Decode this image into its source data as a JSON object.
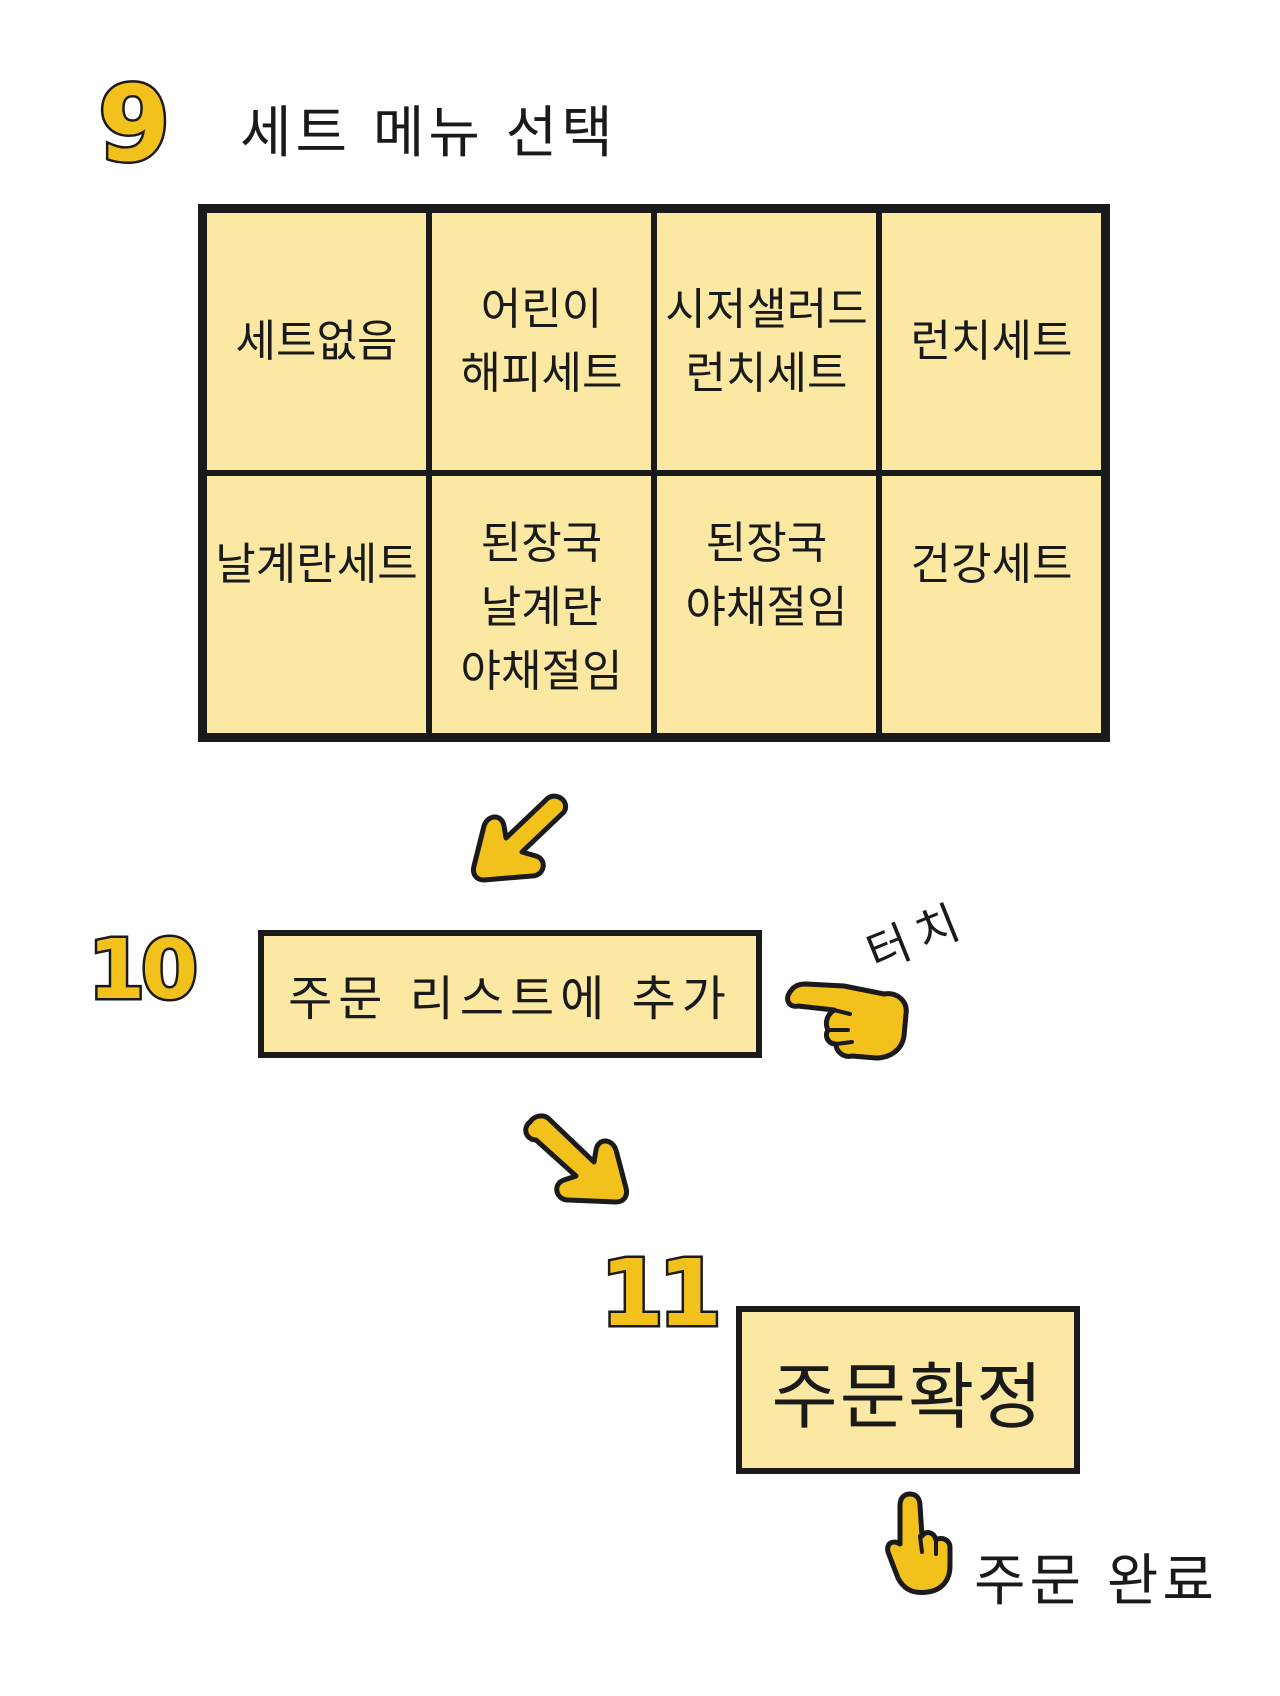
{
  "step9": {
    "number": "9",
    "title": "세트 메뉴 선택",
    "options": [
      {
        "lines": [
          "세트없음"
        ]
      },
      {
        "lines": [
          "어린이",
          "해피세트"
        ]
      },
      {
        "lines": [
          "시저샐러드",
          "런치세트"
        ]
      },
      {
        "lines": [
          "런치세트"
        ]
      },
      {
        "lines": [
          "날계란세트"
        ]
      },
      {
        "lines": [
          "된장국",
          "날계란",
          "야채절임"
        ]
      },
      {
        "lines": [
          "된장국",
          "야채절임"
        ]
      },
      {
        "lines": [
          "건강세트"
        ]
      }
    ]
  },
  "step10": {
    "number": "10",
    "button_label": "주문 리스트에 추가",
    "touch_label": "터치"
  },
  "step11": {
    "number": "11",
    "button_label": "주문확정",
    "result_label": "주문 완료"
  },
  "colors": {
    "accent_yellow": "#f2c11c",
    "box_fill": "#fbe9a3",
    "ink": "#1a1a1a"
  },
  "icons": [
    "arrow-down-left-icon",
    "arrow-down-right-icon",
    "pointing-hand-icon"
  ]
}
